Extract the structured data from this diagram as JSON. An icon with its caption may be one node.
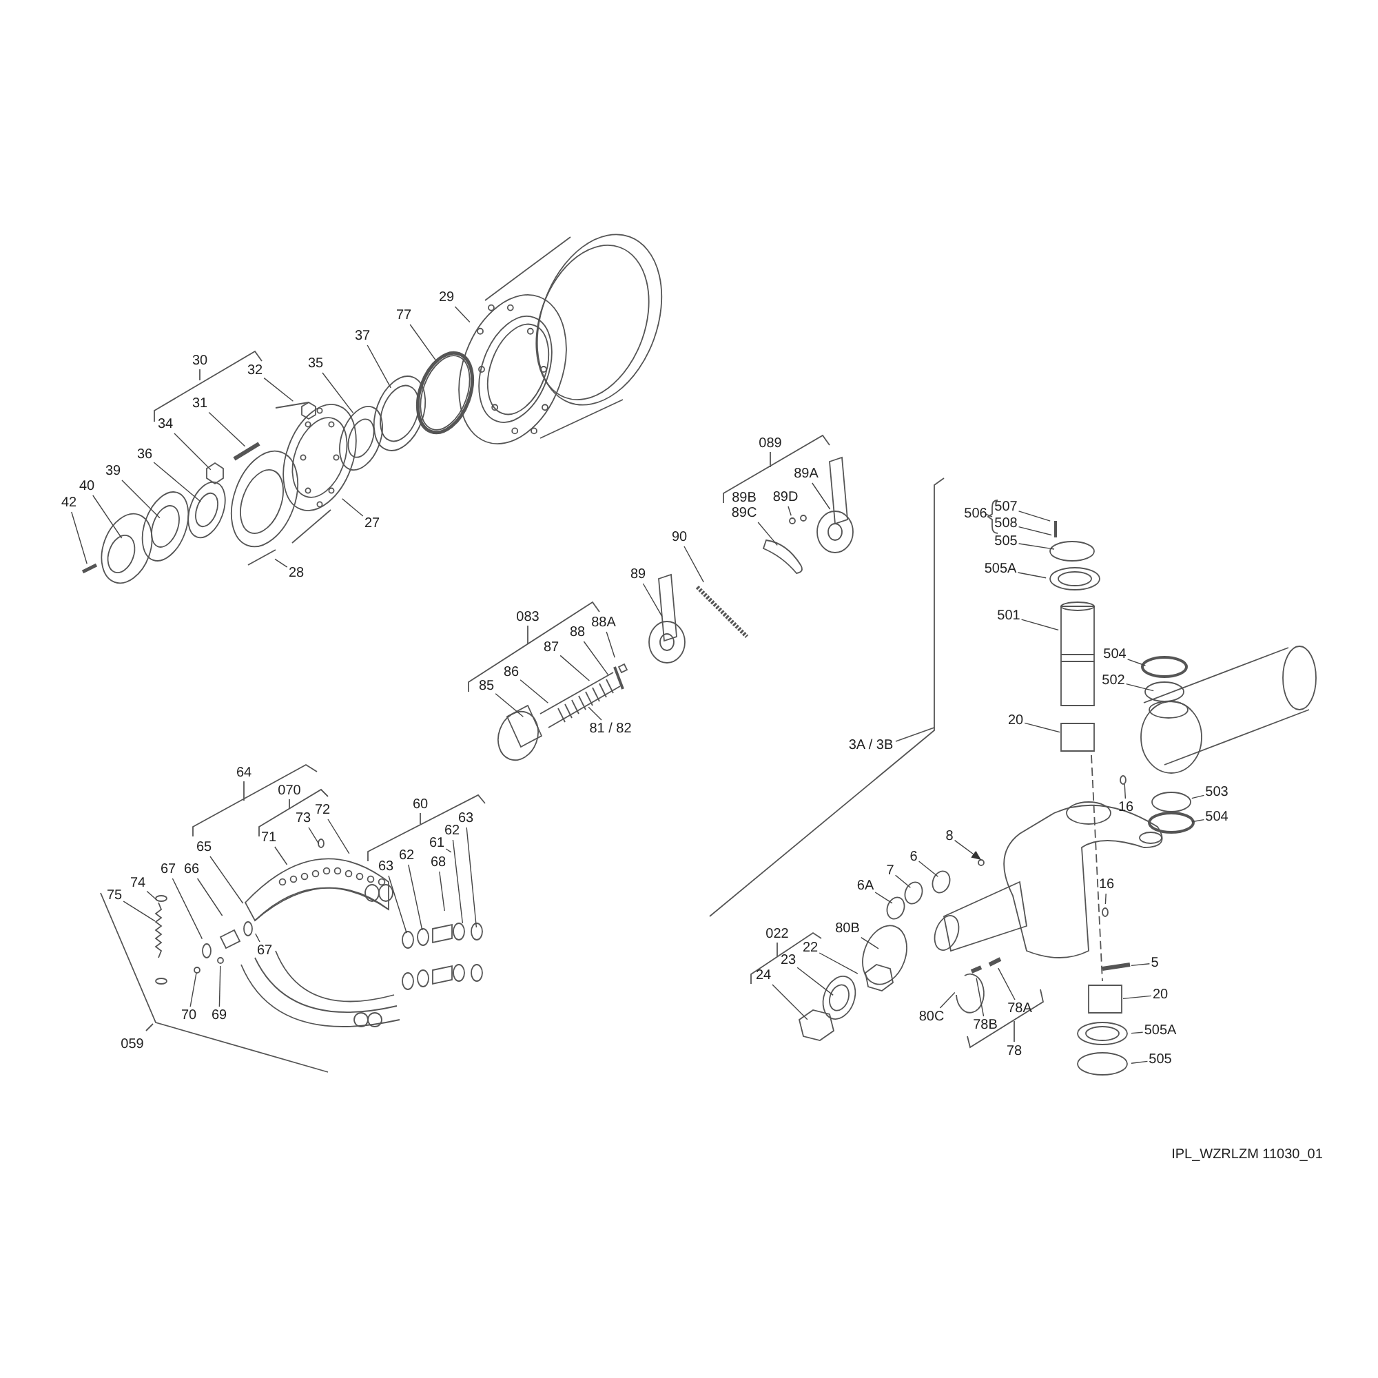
{
  "diagram": {
    "nodes": [
      {
        "text": [
          "32"
        ]
      },
      {
        "text": [
          "31"
        ]
      },
      {
        "text": [
          "34"
        ]
      },
      {
        "text": [
          "36"
        ]
      },
      {
        "text": [
          "39"
        ]
      },
      {
        "text": [
          "40"
        ]
      },
      {
        "text": [
          "42"
        ]
      },
      {
        "text": [
          "35"
        ]
      },
      {
        "text": [
          "37"
        ]
      },
      {
        "text": [
          "77"
        ]
      },
      {
        "text": [
          "29"
        ]
      },
      {
        "text": [
          "27"
        ]
      },
      {
        "text": [
          "28"
        ]
      },
      {
        "text": [
          "89A"
        ]
      },
      {
        "text": [
          "89B",
          "89C"
        ]
      },
      {
        "text": [
          "89D"
        ]
      },
      {
        "text": [
          "90"
        ]
      },
      {
        "text": [
          "89"
        ]
      },
      {
        "text": [
          "88A"
        ]
      },
      {
        "text": [
          "88"
        ]
      },
      {
        "text": [
          "87"
        ]
      },
      {
        "text": [
          "86"
        ]
      },
      {
        "text": [
          "85"
        ]
      },
      {
        "text": [
          "81 / 82"
        ]
      },
      {
        "text": [
          "507"
        ]
      },
      {
        "text": [
          "508"
        ]
      },
      {
        "text": [
          "505"
        ]
      },
      {
        "text": [
          "505A"
        ]
      },
      {
        "text": [
          "501"
        ]
      },
      {
        "text": [
          "504"
        ]
      },
      {
        "text": [
          "502"
        ]
      },
      {
        "text": [
          "20"
        ]
      },
      {
        "text": [
          "16"
        ]
      },
      {
        "text": [
          "503"
        ]
      },
      {
        "text": [
          "504"
        ]
      },
      {
        "text": [
          "73"
        ]
      },
      {
        "text": [
          "72"
        ]
      },
      {
        "text": [
          "71"
        ]
      },
      {
        "text": [
          "65"
        ]
      },
      {
        "text": [
          "66"
        ]
      },
      {
        "text": [
          "67"
        ]
      },
      {
        "text": [
          "74"
        ]
      },
      {
        "text": [
          "75"
        ]
      },
      {
        "text": [
          "67"
        ]
      },
      {
        "text": [
          "70"
        ]
      },
      {
        "text": [
          "69"
        ]
      },
      {
        "text": [
          "63"
        ]
      },
      {
        "text": [
          "62"
        ]
      },
      {
        "text": [
          "61"
        ]
      },
      {
        "text": [
          "68"
        ]
      },
      {
        "text": [
          "62"
        ]
      },
      {
        "text": [
          "63"
        ]
      },
      {
        "text": [
          "8"
        ]
      },
      {
        "text": [
          "6"
        ]
      },
      {
        "text": [
          "7"
        ]
      },
      {
        "text": [
          "6A"
        ]
      },
      {
        "text": [
          "16"
        ]
      },
      {
        "text": [
          "80B"
        ]
      },
      {
        "text": [
          "22"
        ]
      },
      {
        "text": [
          "23"
        ]
      },
      {
        "text": [
          "24"
        ]
      },
      {
        "text": [
          "80C"
        ]
      },
      {
        "text": [
          "78B"
        ]
      },
      {
        "text": [
          "78A"
        ]
      },
      {
        "text": [
          "5"
        ]
      },
      {
        "text": [
          "20"
        ]
      },
      {
        "text": [
          "505A"
        ]
      },
      {
        "text": [
          "505"
        ]
      }
    ],
    "edges": [
      {
        "from": 0,
        "to": null,
        "arrow": "none"
      },
      {
        "from": 1,
        "to": null,
        "arrow": "none"
      },
      {
        "from": 2,
        "to": null,
        "arrow": "none"
      },
      {
        "from": 3,
        "to": null,
        "arrow": "none"
      },
      {
        "from": 4,
        "to": null,
        "arrow": "none"
      },
      {
        "from": 5,
        "to": null,
        "arrow": "none"
      },
      {
        "from": 6,
        "to": null,
        "arrow": "none"
      },
      {
        "from": 7,
        "to": null,
        "arrow": "none"
      },
      {
        "from": 8,
        "to": null,
        "arrow": "none"
      },
      {
        "from": 9,
        "to": null,
        "arrow": "none"
      },
      {
        "from": 10,
        "to": null,
        "arrow": "none"
      },
      {
        "from": 11,
        "to": null,
        "arrow": "none"
      },
      {
        "from": 12,
        "to": null,
        "arrow": "none"
      },
      {
        "from": 13,
        "to": null,
        "arrow": "none"
      },
      {
        "from": 14,
        "to": null,
        "arrow": "none"
      },
      {
        "from": 15,
        "to": null,
        "arrow": "none"
      },
      {
        "from": 16,
        "to": null,
        "arrow": "none"
      },
      {
        "from": 17,
        "to": null,
        "arrow": "none"
      },
      {
        "from": 18,
        "to": null,
        "arrow": "none"
      },
      {
        "from": 19,
        "to": null,
        "arrow": "none"
      },
      {
        "from": 20,
        "to": null,
        "arrow": "none"
      },
      {
        "from": 21,
        "to": null,
        "arrow": "none"
      },
      {
        "from": 22,
        "to": null,
        "arrow": "none"
      },
      {
        "from": 23,
        "to": null,
        "arrow": "none"
      },
      {
        "from": 24,
        "to": null,
        "arrow": "none"
      },
      {
        "from": 25,
        "to": null,
        "arrow": "none"
      },
      {
        "from": 26,
        "to": null,
        "arrow": "none"
      },
      {
        "from": 27,
        "to": null,
        "arrow": "none"
      },
      {
        "from": 28,
        "to": null,
        "arrow": "none"
      },
      {
        "from": 29,
        "to": null,
        "arrow": "none"
      },
      {
        "from": 30,
        "to": null,
        "arrow": "none"
      },
      {
        "from": 31,
        "to": null,
        "arrow": "none"
      },
      {
        "from": 32,
        "to": null,
        "arrow": "none"
      },
      {
        "from": 33,
        "to": null,
        "arrow": "none"
      },
      {
        "from": 34,
        "to": null,
        "arrow": "none"
      },
      {
        "from": 35,
        "to": null,
        "arrow": "none"
      },
      {
        "from": 36,
        "to": null,
        "arrow": "none"
      },
      {
        "from": 37,
        "to": null,
        "arrow": "none"
      },
      {
        "from": 38,
        "to": null,
        "arrow": "none"
      },
      {
        "from": 39,
        "to": null,
        "arrow": "none"
      },
      {
        "from": 40,
        "to": null,
        "arrow": "none"
      },
      {
        "from": 41,
        "to": null,
        "arrow": "none"
      },
      {
        "from": 42,
        "to": null,
        "arrow": "none"
      },
      {
        "from": 43,
        "to": null,
        "arrow": "none"
      },
      {
        "from": 44,
        "to": null,
        "arrow": "none"
      },
      {
        "from": 45,
        "to": null,
        "arrow": "none"
      },
      {
        "from": 46,
        "to": null,
        "arrow": "none"
      },
      {
        "from": 47,
        "to": null,
        "arrow": "none"
      },
      {
        "from": 48,
        "to": null,
        "arrow": "none"
      },
      {
        "from": 49,
        "to": null,
        "arrow": "none"
      },
      {
        "from": 50,
        "to": null,
        "arrow": "none"
      },
      {
        "from": 51,
        "to": null,
        "arrow": "none"
      },
      {
        "from": 52,
        "to": null,
        "arrow": "to"
      },
      {
        "from": 53,
        "to": null,
        "arrow": "none"
      },
      {
        "from": 54,
        "to": null,
        "arrow": "none"
      },
      {
        "from": 55,
        "to": null,
        "arrow": "none"
      },
      {
        "from": 56,
        "to": null,
        "arrow": "none"
      },
      {
        "from": 57,
        "to": null,
        "arrow": "none"
      },
      {
        "from": 58,
        "to": null,
        "arrow": "none"
      },
      {
        "from": 59,
        "to": null,
        "arrow": "none"
      },
      {
        "from": 60,
        "to": null,
        "arrow": "none"
      },
      {
        "from": 61,
        "to": null,
        "arrow": "none"
      },
      {
        "from": 62,
        "to": null,
        "arrow": "none"
      },
      {
        "from": 63,
        "to": null,
        "arrow": "none"
      },
      {
        "from": 64,
        "to": null,
        "arrow": "none"
      },
      {
        "from": 65,
        "to": null,
        "arrow": "none"
      },
      {
        "from": 66,
        "to": null,
        "arrow": "none"
      },
      {
        "from": 67,
        "to": null,
        "arrow": "none"
      }
    ],
    "labels": [
      "30",
      "089",
      "083",
      "64",
      "070",
      "60",
      "059",
      "022",
      "78",
      "506",
      "3A / 3B",
      "IPL_WZRLZM 11030_01"
    ]
  }
}
